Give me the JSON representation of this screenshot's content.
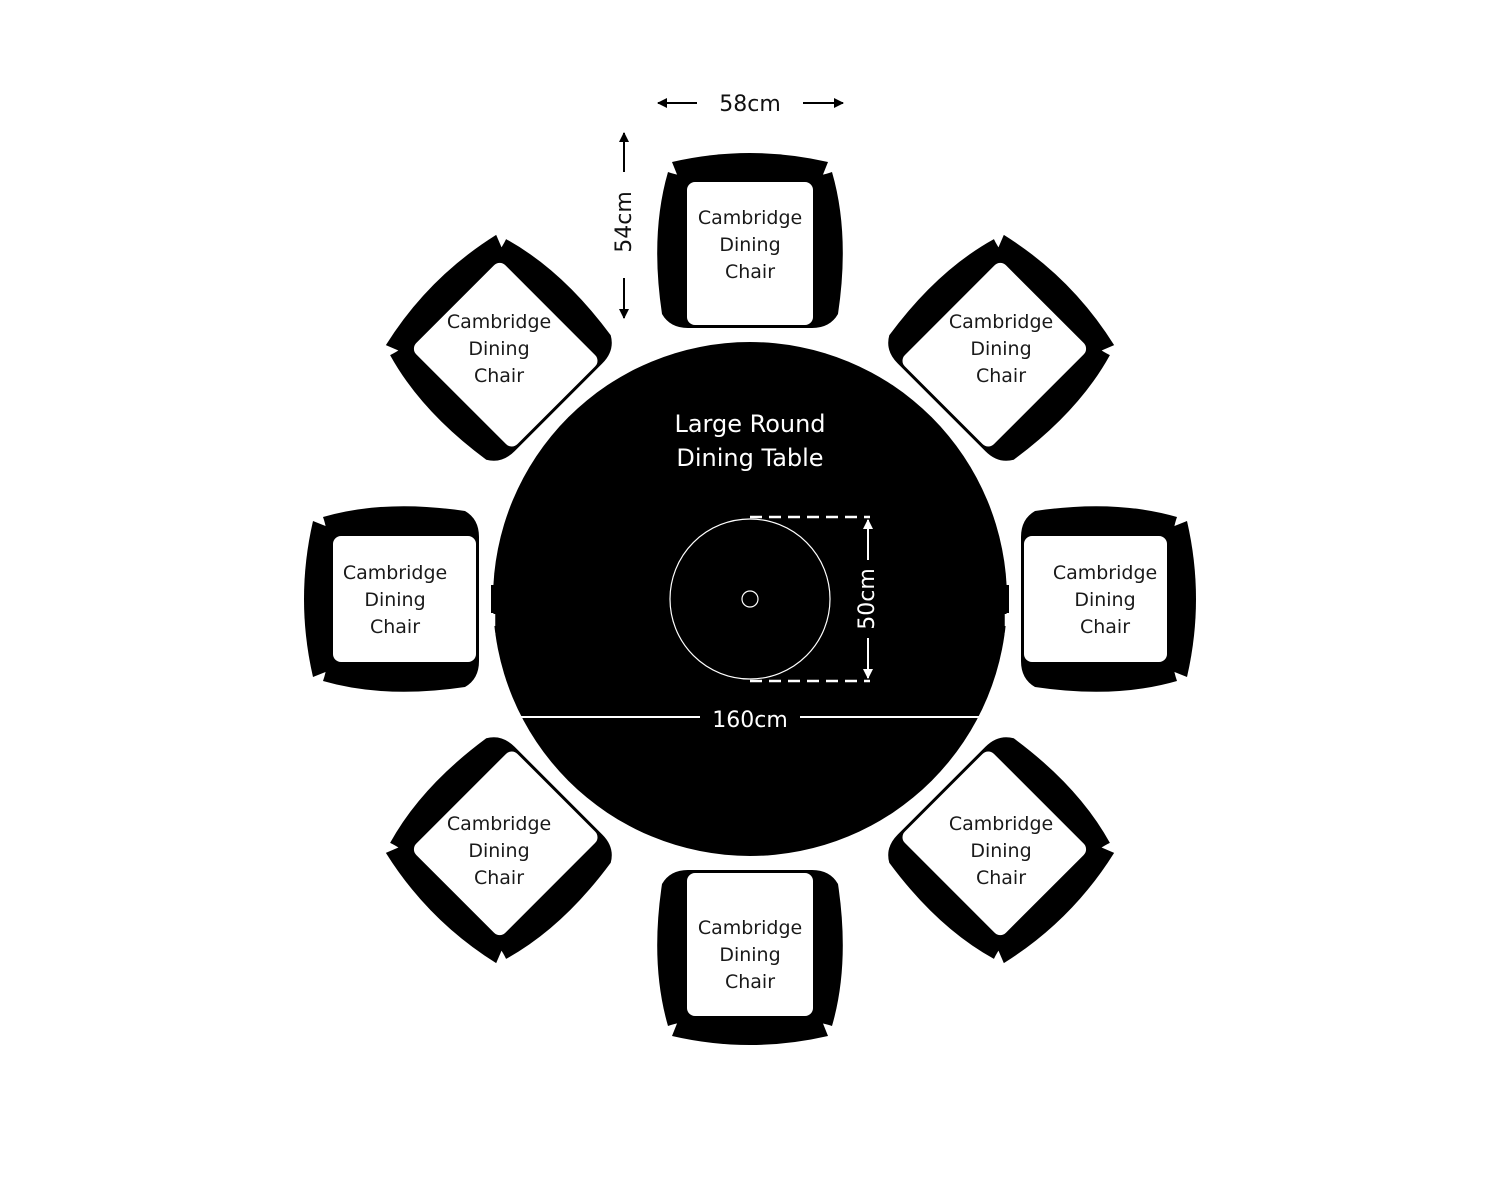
{
  "table": {
    "title_lines": [
      "Large Round",
      "Dining Table"
    ],
    "diameter_label": "160cm",
    "lazy_susan_label": "50cm"
  },
  "chair": {
    "label_lines": [
      "Cambridge",
      "Dining",
      "Chair"
    ],
    "width_label": "58cm",
    "depth_label": "54cm",
    "count": 8
  },
  "colors": {
    "background": "#ffffff",
    "furniture": "#000000",
    "seat": "#ffffff",
    "lines": "#000000"
  }
}
